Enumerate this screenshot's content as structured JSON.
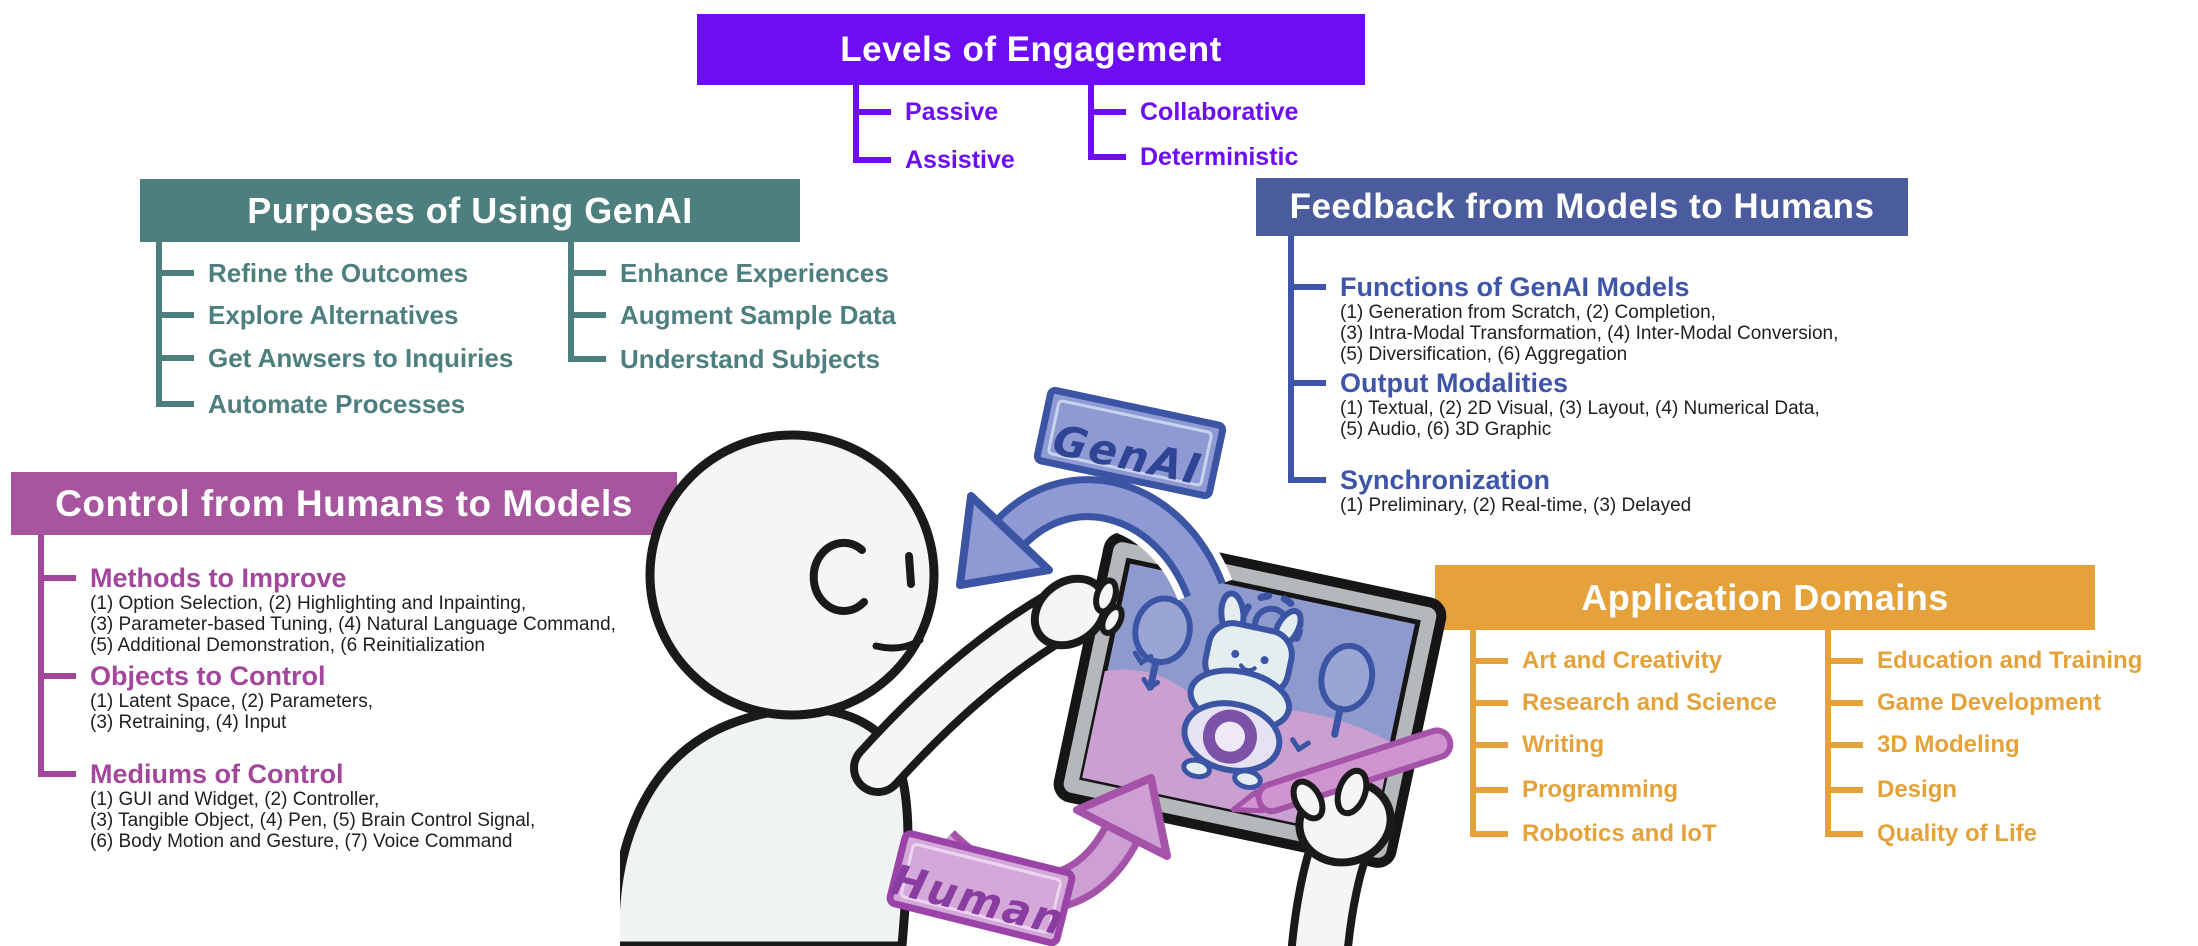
{
  "sections": {
    "levels": {
      "title": "Levels of Engagement",
      "color": "#6d0df2",
      "columns": [
        [
          "Passive",
          "Assistive"
        ],
        [
          "Collaborative",
          "Deterministic"
        ]
      ]
    },
    "purposes": {
      "title": "Purposes of Using GenAI",
      "color": "#4d7f7e",
      "columns": [
        [
          "Refine the Outcomes",
          "Explore Alternatives",
          "Get Anwsers to Inquiries",
          "Automate Processes"
        ],
        [
          "Enhance Experiences",
          "Augment Sample Data",
          "Understand Subjects"
        ]
      ]
    },
    "feedback": {
      "title": "Feedback from Models to Humans",
      "color": "#4a5b9e",
      "heading_color": "#3f56a8",
      "items": [
        {
          "label": "Functions of GenAI Models",
          "details": [
            "(1) Generation from Scratch, (2) Completion,",
            "(3) Intra-Modal Transformation, (4) Inter-Modal Conversion,",
            "(5) Diversification, (6) Aggregation"
          ]
        },
        {
          "label": "Output Modalities",
          "details": [
            "(1) Textual, (2) 2D Visual, (3) Layout, (4) Numerical Data,",
            "(5) Audio, (6) 3D Graphic"
          ]
        },
        {
          "label": "Synchronization",
          "details": [
            "(1) Preliminary, (2) Real-time, (3) Delayed"
          ]
        }
      ]
    },
    "control": {
      "title": "Control from Humans to Models",
      "color": "#a6559e",
      "heading_color": "#a3479c",
      "items": [
        {
          "label": "Methods to Improve",
          "details": [
            "(1) Option Selection, (2) Highlighting and Inpainting,",
            "(3) Parameter-based Tuning, (4) Natural Language Command,",
            "(5) Additional Demonstration, (6 Reinitialization"
          ]
        },
        {
          "label": "Objects to Control",
          "details": [
            "(1) Latent Space, (2) Parameters,",
            "(3) Retraining, (4) Input"
          ]
        },
        {
          "label": "Mediums of Control",
          "details": [
            "(1) GUI and Widget, (2) Controller,",
            "(3) Tangible Object, (4) Pen, (5) Brain Control Signal,",
            "(6) Body Motion and Gesture, (7) Voice Command"
          ]
        }
      ]
    },
    "application": {
      "title": "Application Domains",
      "color": "#e5a23a",
      "columns": [
        [
          "Art and Creativity",
          "Research and Science",
          "Writing",
          "Programming",
          "Robotics and IoT"
        ],
        [
          "Education and Training",
          "Game Development",
          "3D Modeling",
          "Design",
          "Quality of Life"
        ]
      ]
    }
  },
  "illustration": {
    "genai_label": "GenAI",
    "human_label": "Human",
    "palette": {
      "genai_outline": "#3b55a4",
      "genai_fill": "#8f9ad4",
      "human_outline": "#9b44a8",
      "human_fill": "#d4a9da",
      "screen_blue": "#8e99ce",
      "screen_pink": "#c9a0d0"
    }
  }
}
